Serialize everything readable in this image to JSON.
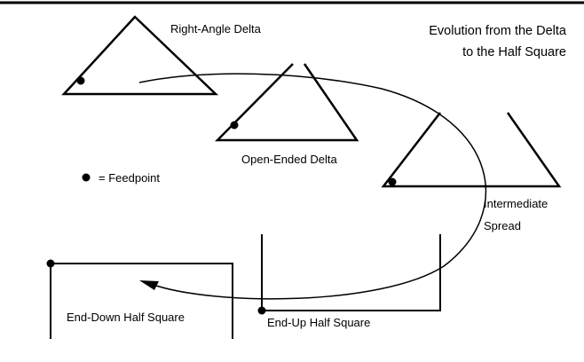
{
  "title": {
    "line1": "Evolution from the Delta",
    "line2": "to the Half Square"
  },
  "labels": {
    "right_angle_delta": "Right-Angle Delta",
    "open_ended_delta": "Open-Ended Delta",
    "intermediate_line1": "Intermediate",
    "intermediate_line2": "Spread",
    "end_down_half_square": "End-Down Half Square",
    "end_up_half_square": "End-Up Half Square",
    "feedpoint_legend": "= Feedpoint"
  }
}
